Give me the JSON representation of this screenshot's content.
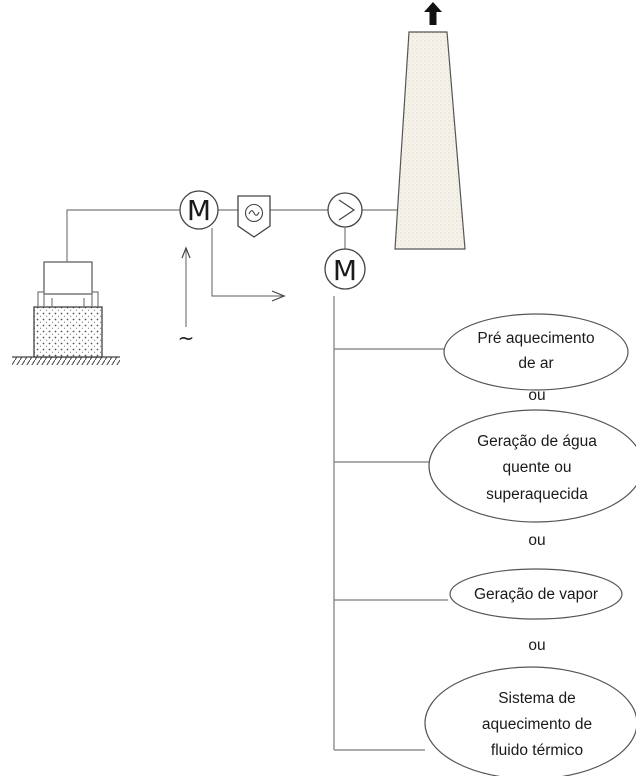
{
  "diagram": {
    "motor_letter": "M",
    "power_symbol": "~",
    "options": [
      {
        "lines": [
          "Pré aquecimento",
          "de ar"
        ]
      },
      {
        "lines": [
          "Geração de água",
          "quente ou",
          "superaquecida"
        ]
      },
      {
        "lines": [
          "Geração de vapor"
        ]
      },
      {
        "lines": [
          "Sistema de",
          "aquecimento de",
          "fluido térmico"
        ]
      }
    ],
    "separator": "ou"
  }
}
